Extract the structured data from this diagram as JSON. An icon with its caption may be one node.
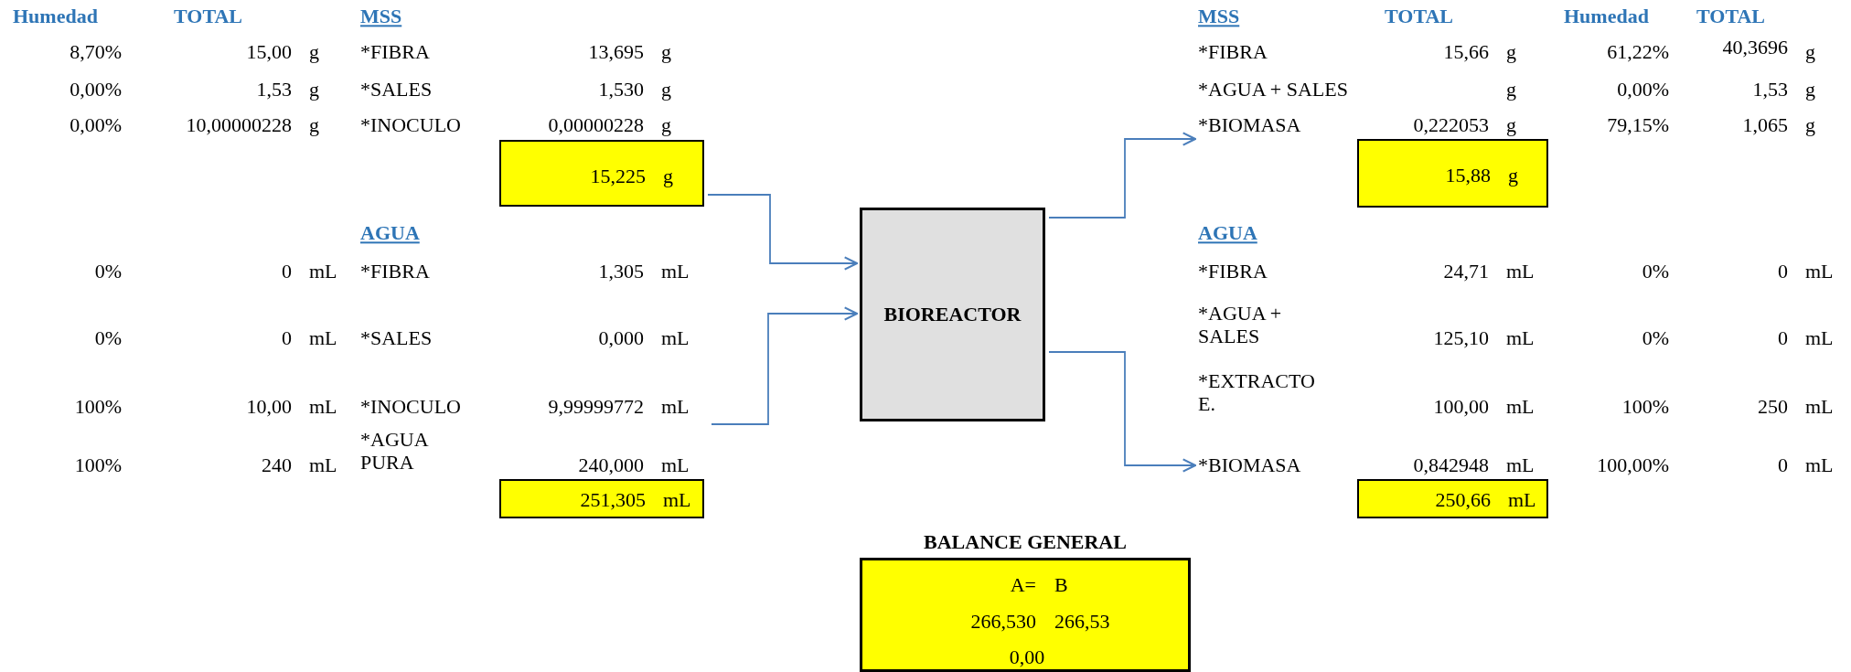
{
  "diagram": {
    "nodes": [
      {
        "text": [
          "15,225",
          "g"
        ]
      },
      {
        "text": [
          "251,305",
          "mL"
        ]
      },
      {
        "text": [
          "BIOREACTOR"
        ]
      },
      {
        "text": [
          "*BIOMASA"
        ]
      },
      {
        "text": [
          "15,88",
          "g"
        ]
      },
      {
        "text": [
          "*BIOMASA"
        ]
      },
      {
        "text": [
          "250,66",
          "mL"
        ]
      },
      {
        "text": [
          "BALANCE GENERAL",
          "A=",
          "B",
          "266,530",
          "266,53",
          "0,00"
        ]
      }
    ],
    "edges": [
      {
        "from": 0,
        "to": 2,
        "arrow": "to"
      },
      {
        "from": null,
        "to": 2,
        "arrow": "to"
      },
      {
        "from": 2,
        "to": 3,
        "arrow": "to"
      },
      {
        "from": 2,
        "to": 5,
        "arrow": "to"
      }
    ],
    "labels": [
      "Humedad",
      "TOTAL",
      "MSS",
      "8,70%",
      "15,00",
      "g",
      "*FIBRA",
      "13,695",
      "g",
      "0,00%",
      "1,53",
      "g",
      "*SALES",
      "1,530",
      "g",
      "0,00%",
      "10,00000228",
      "g",
      "*INOCULO",
      "0,00000228",
      "g",
      "AGUA",
      "0%",
      "0",
      "mL",
      "*FIBRA",
      "1,305",
      "mL",
      "0%",
      "0",
      "mL",
      "*SALES",
      "0,000",
      "mL",
      "100%",
      "10,00",
      "mL",
      "*INOCULO",
      "9,99999772",
      "mL",
      "100%",
      "240",
      "mL",
      "*AGUA PURA",
      "240,000",
      "mL",
      "MSS",
      "TOTAL",
      "Humedad",
      "TOTAL",
      "*FIBRA",
      "15,66",
      "g",
      "61,22%",
      "40,3696",
      "g",
      "*AGUA + SALES",
      "g",
      "0,00%",
      "1,53",
      "g",
      "0,222053",
      "g",
      "79,15%",
      "1,065",
      "g",
      "AGUA",
      "*FIBRA",
      "24,71",
      "mL",
      "0%",
      "0",
      "mL",
      "*AGUA + SALES",
      "125,10",
      "mL",
      "0%",
      "0",
      "mL",
      "*EXTRACTO E.",
      "100,00",
      "mL",
      "100%",
      "250",
      "mL",
      "0,842948",
      "mL",
      "100,00%",
      "0",
      "mL"
    ]
  }
}
